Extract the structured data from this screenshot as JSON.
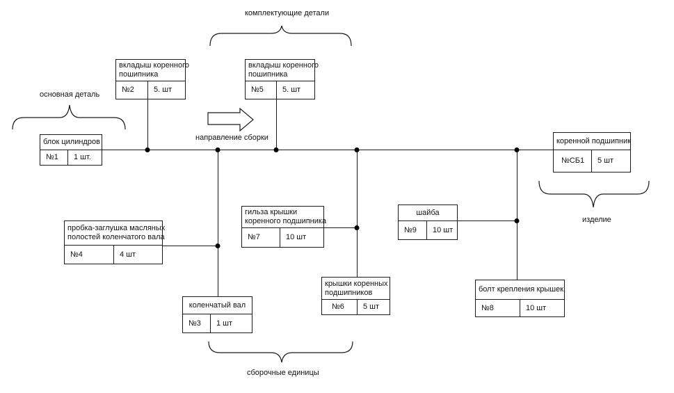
{
  "labels": {
    "components": "комплектующие детали",
    "base_part": "основная деталь",
    "direction": "направление сборки",
    "product": "изделие",
    "assembly_units": "сборочные единицы"
  },
  "boxes": {
    "cylinder_block": {
      "title_lines": [
        "блок цилиндров"
      ],
      "number": "№1",
      "qty": "1 шт."
    },
    "shell2": {
      "title_lines": [
        "вкладыш коренного",
        "пошипника"
      ],
      "number": "№2",
      "qty": "5. шт"
    },
    "shell5": {
      "title_lines": [
        "вкладыш коренного",
        "пошипника"
      ],
      "number": "№5",
      "qty": "5. шт"
    },
    "main_bearing": {
      "title_lines": [
        "коренной подшипник"
      ],
      "number": "№СБ1",
      "qty": "5 шт"
    },
    "oil_plug": {
      "title_lines": [
        "пробка-заглушка масляных",
        "полостей коленчатого вала"
      ],
      "number": "№4",
      "qty": "4 шт"
    },
    "cap_sleeve": {
      "title_lines": [
        "гильза крышки",
        "коренного подшипника"
      ],
      "number": "№7",
      "qty": "10 шт"
    },
    "washer": {
      "title_lines": [
        "шайба"
      ],
      "number": "№9",
      "qty": "10 шт"
    },
    "bearing_caps": {
      "title_lines": [
        "крышки коренных",
        "подшипников"
      ],
      "number": "№6",
      "qty": "5 шт"
    },
    "cap_bolt": {
      "title_lines": [
        "болт крепления крышек"
      ],
      "number": "№8",
      "qty": "10 шт"
    },
    "crankshaft": {
      "title_lines": [
        "коленчатый вал"
      ],
      "number": "№3",
      "qty": "1 шт"
    }
  },
  "colors": {
    "line": "#1a1a1a",
    "background": "#ffffff"
  }
}
